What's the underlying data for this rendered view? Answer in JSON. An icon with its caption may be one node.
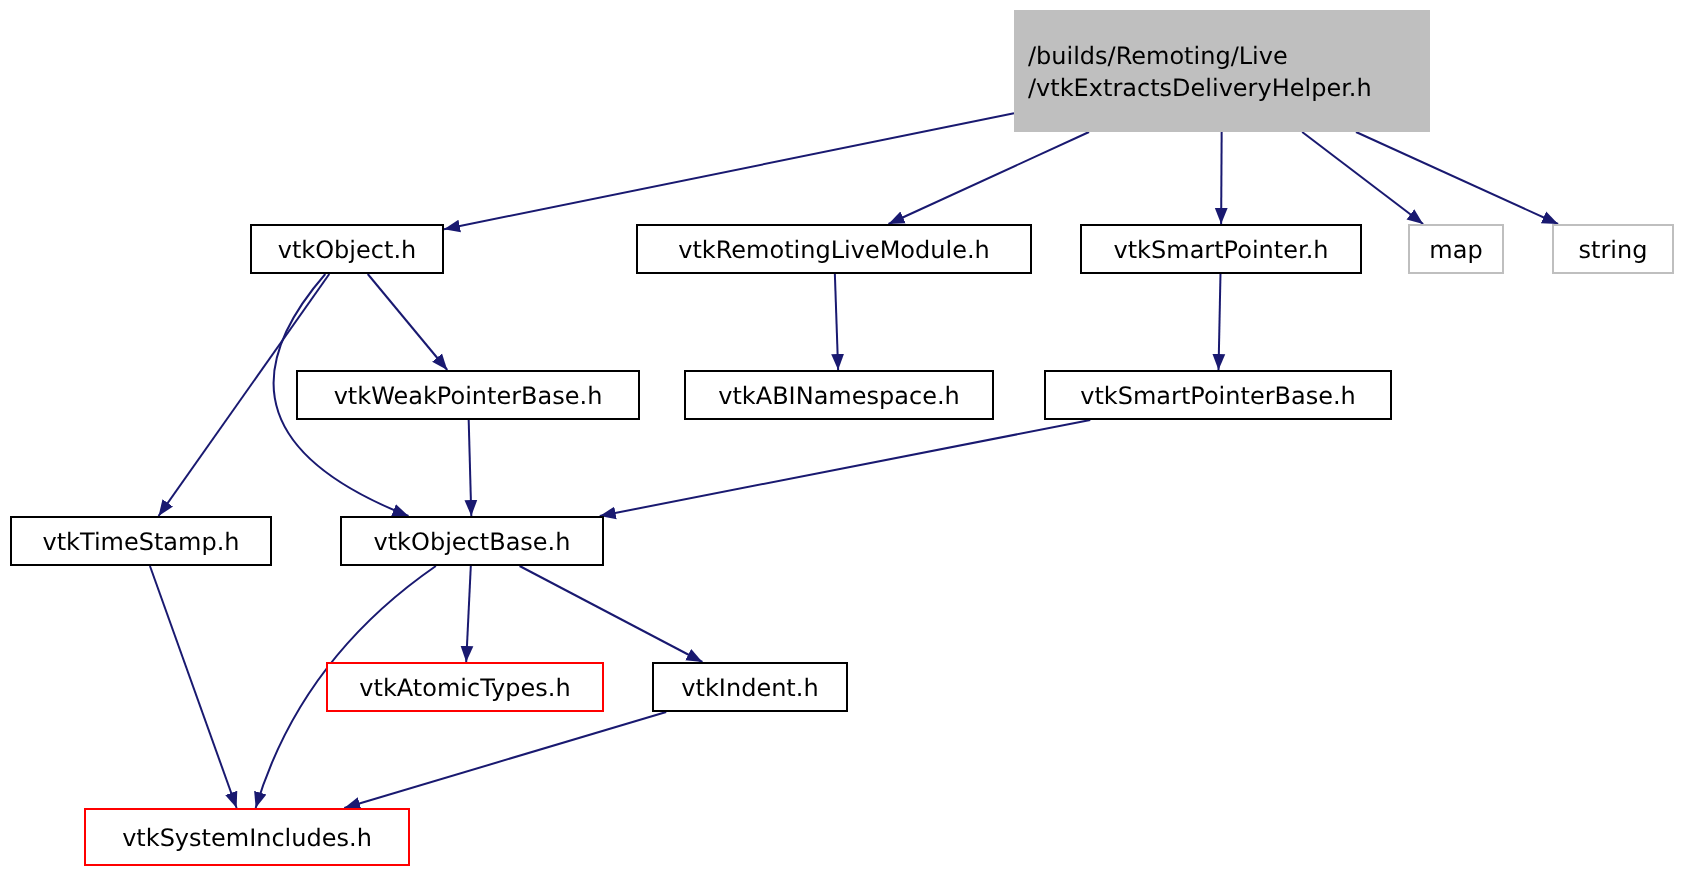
{
  "diagram": {
    "nodes": [
      {
        "text": [
          "/builds/Remoting/Live /vtkExtractsDeliveryHelper.h"
        ]
      },
      {
        "text": [
          "vtkObject.h"
        ]
      },
      {
        "text": [
          "vtkRemotingLiveModule.h"
        ]
      },
      {
        "text": [
          "vtkSmartPointer.h"
        ]
      },
      {
        "text": [
          "map"
        ]
      },
      {
        "text": [
          "string"
        ]
      },
      {
        "text": [
          "vtkWeakPointerBase.h"
        ]
      },
      {
        "text": [
          "vtkABINamespace.h"
        ]
      },
      {
        "text": [
          "vtkSmartPointerBase.h"
        ]
      },
      {
        "text": [
          "vtkTimeStamp.h"
        ]
      },
      {
        "text": [
          "vtkObjectBase.h"
        ]
      },
      {
        "text": [
          "vtkAtomicTypes.h"
        ]
      },
      {
        "text": [
          "vtkIndent.h"
        ]
      },
      {
        "text": [
          "vtkSystemIncludes.h"
        ]
      }
    ],
    "edges": [
      {
        "from": 0,
        "to": 1,
        "arrow": "to"
      },
      {
        "from": 0,
        "to": 2,
        "arrow": "to"
      },
      {
        "from": 0,
        "to": 3,
        "arrow": "to"
      },
      {
        "from": 0,
        "to": 4,
        "arrow": "to"
      },
      {
        "from": 0,
        "to": 5,
        "arrow": "to"
      },
      {
        "from": 1,
        "to": 9,
        "arrow": "to"
      },
      {
        "from": 1,
        "to": 6,
        "arrow": "to"
      },
      {
        "from": 1,
        "to": 10,
        "arrow": "to"
      },
      {
        "from": 2,
        "to": 7,
        "arrow": "to"
      },
      {
        "from": 3,
        "to": 8,
        "arrow": "to"
      },
      {
        "from": 6,
        "to": 10,
        "arrow": "to"
      },
      {
        "from": 8,
        "to": 10,
        "arrow": "to"
      },
      {
        "from": 9,
        "to": 13,
        "arrow": "to"
      },
      {
        "from": 10,
        "to": 13,
        "arrow": "to"
      },
      {
        "from": 10,
        "to": 11,
        "arrow": "to"
      },
      {
        "from": 10,
        "to": 12,
        "arrow": "to"
      },
      {
        "from": 12,
        "to": 13,
        "arrow": "to"
      }
    ]
  }
}
